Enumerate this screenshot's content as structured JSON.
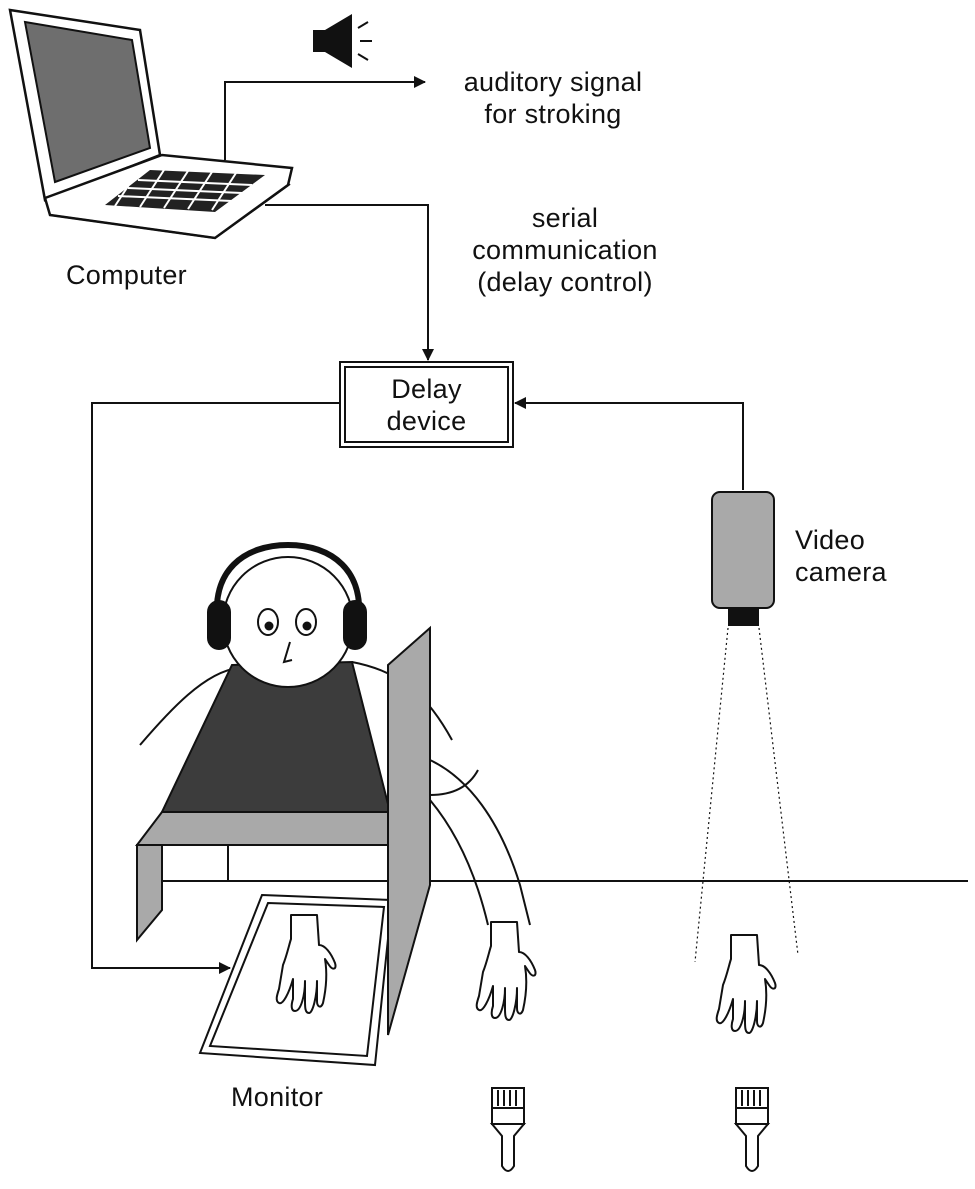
{
  "labels": {
    "computer": "Computer",
    "auditory_line1": "auditory signal",
    "auditory_line2": "for stroking",
    "serial_line1": "serial",
    "serial_line2": "communication",
    "serial_line3": "(delay control)",
    "delay_line1": "Delay",
    "delay_line2": "device",
    "camera_line1": "Video",
    "camera_line2": "camera",
    "monitor": "Monitor"
  },
  "icons": [
    "laptop-icon",
    "speaker-icon",
    "headphones-icon",
    "video-camera-icon",
    "monitor-icon",
    "brush-icon",
    "hand-icon"
  ],
  "colors": {
    "line": "#111111",
    "screen": "#6e6e6e",
    "shirt": "#3c3c3c",
    "panel": "#a9a9a9",
    "camera_body": "#a9a9a9",
    "dark": "#111111"
  }
}
